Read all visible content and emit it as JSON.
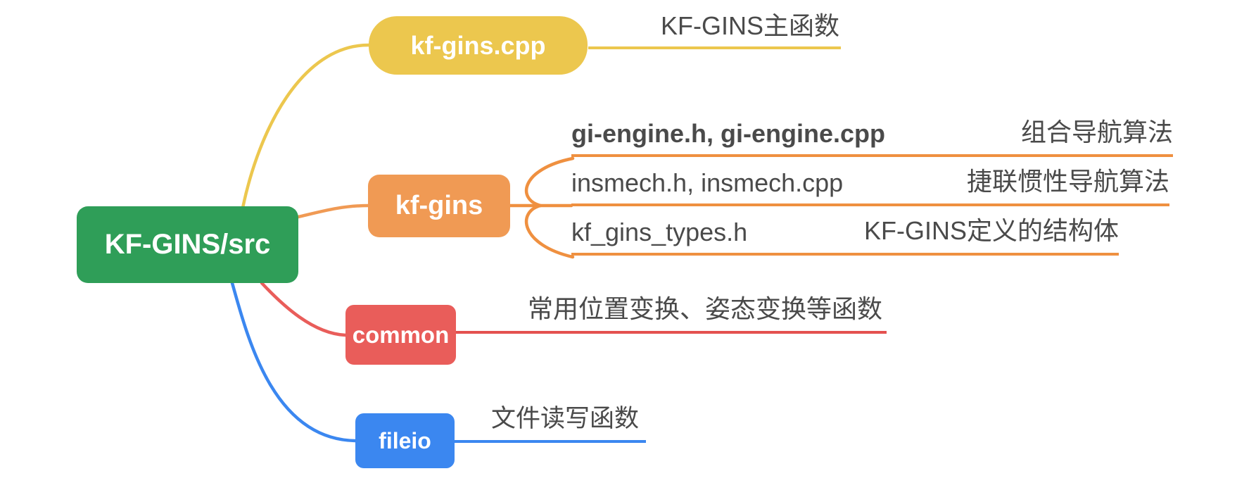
{
  "colors": {
    "background": "#ffffff",
    "node_text": "#ffffff",
    "label_text": "#4a4a4a",
    "root_green": "#2f9e58",
    "branch_yellow": "#ecc74e",
    "branch_orange": "#f09a54",
    "orange_line": "#ef9040",
    "branch_red": "#e95d5a",
    "red_line": "#e4514f",
    "branch_blue": "#3b87f0"
  },
  "root": {
    "label": "KF-GINS/src"
  },
  "branches": [
    {
      "id": "kf-gins-cpp",
      "label": "kf-gins.cpp",
      "description": "KF-GINS主函数",
      "color": "#ecc74e"
    },
    {
      "id": "kf-gins",
      "label": "kf-gins",
      "color": "#f09a54",
      "children": [
        {
          "file": "gi-engine.h, gi-engine.cpp",
          "description": "组合导航算法",
          "bold": true
        },
        {
          "file": "insmech.h, insmech.cpp",
          "description": "捷联惯性导航算法",
          "bold": false
        },
        {
          "file": "kf_gins_types.h",
          "description": "KF-GINS定义的结构体",
          "bold": false
        }
      ]
    },
    {
      "id": "common",
      "label": "common",
      "description": "常用位置变换、姿态变换等函数",
      "color": "#e95d5a"
    },
    {
      "id": "fileio",
      "label": "fileio",
      "description": "文件读写函数",
      "color": "#3b87f0"
    }
  ]
}
